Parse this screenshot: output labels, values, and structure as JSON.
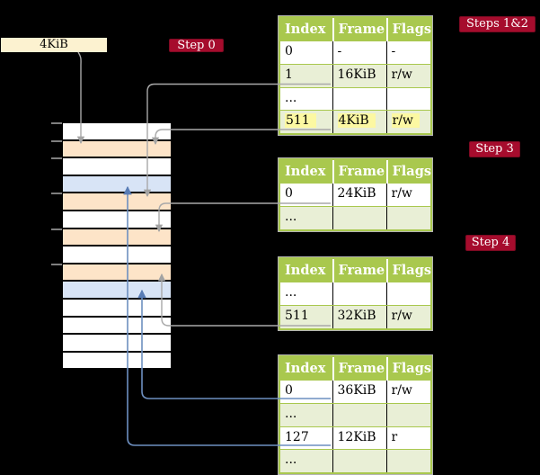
{
  "page_size_label": "4KiB",
  "step_labels": [
    {
      "text": "Step 0"
    },
    {
      "text": "Steps 1&2"
    },
    {
      "text": "Step 3"
    },
    {
      "text": "Step 4"
    }
  ],
  "table_headers": [
    "Index",
    "Frame",
    "Flags"
  ],
  "tables": [
    {
      "name": "page-table-1",
      "rows": [
        {
          "index": "0",
          "frame": "-",
          "flags": "-",
          "shaded": false,
          "highlighted": false
        },
        {
          "index": "1",
          "frame": "16KiB",
          "flags": "r/w",
          "shaded": true,
          "highlighted": false
        },
        {
          "index": "...",
          "frame": "",
          "flags": "",
          "shaded": false,
          "highlighted": false
        },
        {
          "index": "511",
          "frame": "4KiB",
          "flags": "r/w",
          "shaded": true,
          "highlighted": true
        }
      ]
    },
    {
      "name": "page-table-2",
      "rows": [
        {
          "index": "0",
          "frame": "24KiB",
          "flags": "r/w",
          "shaded": false,
          "highlighted": false
        },
        {
          "index": "...",
          "frame": "",
          "flags": "",
          "shaded": true,
          "highlighted": false
        }
      ]
    },
    {
      "name": "page-table-3",
      "rows": [
        {
          "index": "...",
          "frame": "",
          "flags": "",
          "shaded": false,
          "highlighted": false
        },
        {
          "index": "511",
          "frame": "32KiB",
          "flags": "r/w",
          "shaded": true,
          "highlighted": false
        }
      ]
    },
    {
      "name": "page-table-4",
      "rows": [
        {
          "index": "0",
          "frame": "36KiB",
          "flags": "r/w",
          "shaded": false,
          "highlighted": false
        },
        {
          "index": "...",
          "frame": "",
          "flags": "",
          "shaded": true,
          "highlighted": false
        },
        {
          "index": "127",
          "frame": "12KiB",
          "flags": "r",
          "shaded": false,
          "highlighted": false
        },
        {
          "index": "...",
          "frame": "",
          "flags": "",
          "shaded": true,
          "highlighted": false
        }
      ]
    }
  ],
  "memory": {
    "rows": [
      "white",
      "orange",
      "white",
      "blue",
      "orange",
      "white",
      "orange",
      "white",
      "orange",
      "blue",
      "white",
      "white",
      "white",
      "white"
    ]
  },
  "colors": {
    "header_green": "#a9c84e",
    "row_green": "#e9efd6",
    "highlight_yellow": "#fcf8a2",
    "label_red": "#a60c2d",
    "cream": "#fcf2d0",
    "mem_orange": "#fde4c8",
    "mem_blue": "#d8e4f6",
    "line_gray": "#a9a9a9",
    "line_blue": "#6d8fc0"
  }
}
